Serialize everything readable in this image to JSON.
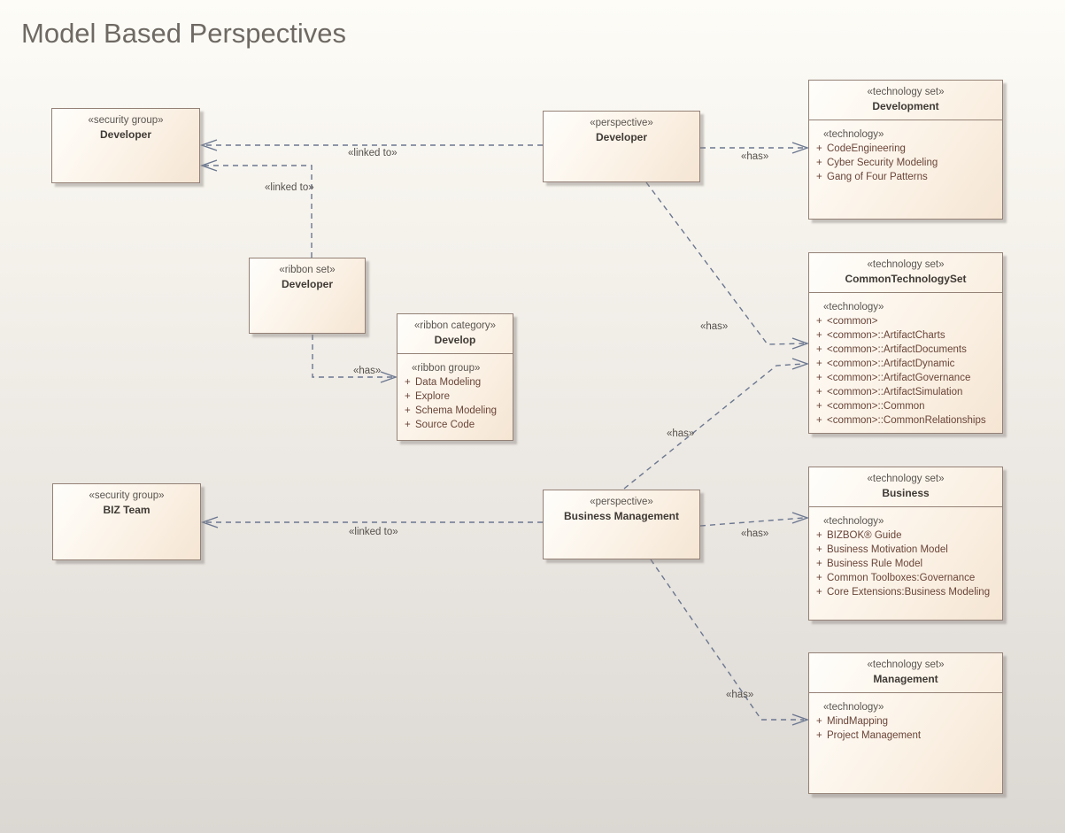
{
  "title": "Model Based Perspectives",
  "item_prefix": "+",
  "connector_labels": {
    "linked_to": "«linked to»",
    "has": "«has»"
  },
  "nodes": {
    "security_developer": {
      "stereotype": "«security group»",
      "name": "Developer"
    },
    "ribbon_set_developer": {
      "stereotype": "«ribbon set»",
      "name": "Developer"
    },
    "ribbon_category_develop": {
      "stereotype": "«ribbon category»",
      "name": "Develop",
      "list_stereotype": "«ribbon group»",
      "items": [
        "Data Modeling",
        "Explore",
        "Schema Modeling",
        "Source Code"
      ]
    },
    "perspective_developer": {
      "stereotype": "«perspective»",
      "name": "Developer"
    },
    "techset_development": {
      "stereotype": "«technology set»",
      "name": "Development",
      "list_stereotype": "«technology»",
      "items": [
        "CodeEngineering",
        "Cyber Security Modeling",
        "Gang of Four Patterns"
      ]
    },
    "techset_common": {
      "stereotype": "«technology set»",
      "name": "CommonTechnologySet",
      "list_stereotype": "«technology»",
      "items": [
        "<common>",
        "<common>::ArtifactCharts",
        "<common>::ArtifactDocuments",
        "<common>::ArtifactDynamic",
        "<common>::ArtifactGovernance",
        "<common>::ArtifactSimulation",
        "<common>::Common",
        "<common>::CommonRelationships"
      ]
    },
    "security_bizteam": {
      "stereotype": "«security group»",
      "name": "BIZ Team"
    },
    "perspective_business_management": {
      "stereotype": "«perspective»",
      "name": "Business Management"
    },
    "techset_business": {
      "stereotype": "«technology set»",
      "name": "Business",
      "list_stereotype": "«technology»",
      "items": [
        "BIZBOK® Guide",
        "Business Motivation Model",
        "Business Rule Model",
        "Common Toolboxes:Governance",
        "Core Extensions:Business Modeling"
      ]
    },
    "techset_management": {
      "stereotype": "«technology set»",
      "name": "Management",
      "list_stereotype": "«technology»",
      "items": [
        "MindMapping",
        "Project Management"
      ]
    }
  },
  "colors": {
    "bg_top": "#fdfcf7",
    "bg_bottom": "#dbd7d2",
    "node_border": "#948176",
    "node_fill_light": "#fffefb",
    "node_fill_dark": "#f5e5d3",
    "connector": "#6b7790",
    "stereotype_text": "#5a5550",
    "name_text": "#3f3a35",
    "item_text": "#6a4438",
    "title_text": "#6e6963",
    "label_text": "#55504b"
  }
}
